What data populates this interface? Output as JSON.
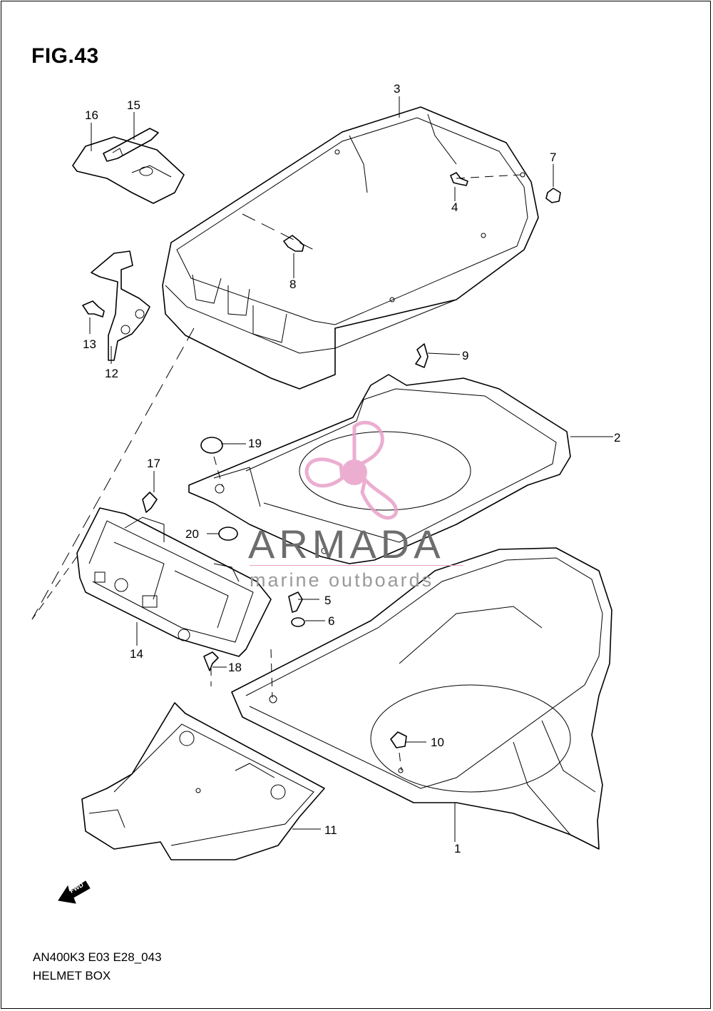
{
  "figure": {
    "title": "FIG.43"
  },
  "callouts": [
    "1",
    "2",
    "3",
    "4",
    "5",
    "6",
    "7",
    "8",
    "9",
    "10",
    "11",
    "12",
    "13",
    "14",
    "15",
    "16",
    "17",
    "18",
    "19",
    "20"
  ],
  "footer": {
    "code": "AN400K3 E03 E28_043",
    "caption": "HELMET BOX"
  },
  "watermark": {
    "name": "ARMADA",
    "sub": "marine outboards",
    "accent": "#e8a0c8"
  },
  "direction_icon": {
    "label": "FWD"
  }
}
